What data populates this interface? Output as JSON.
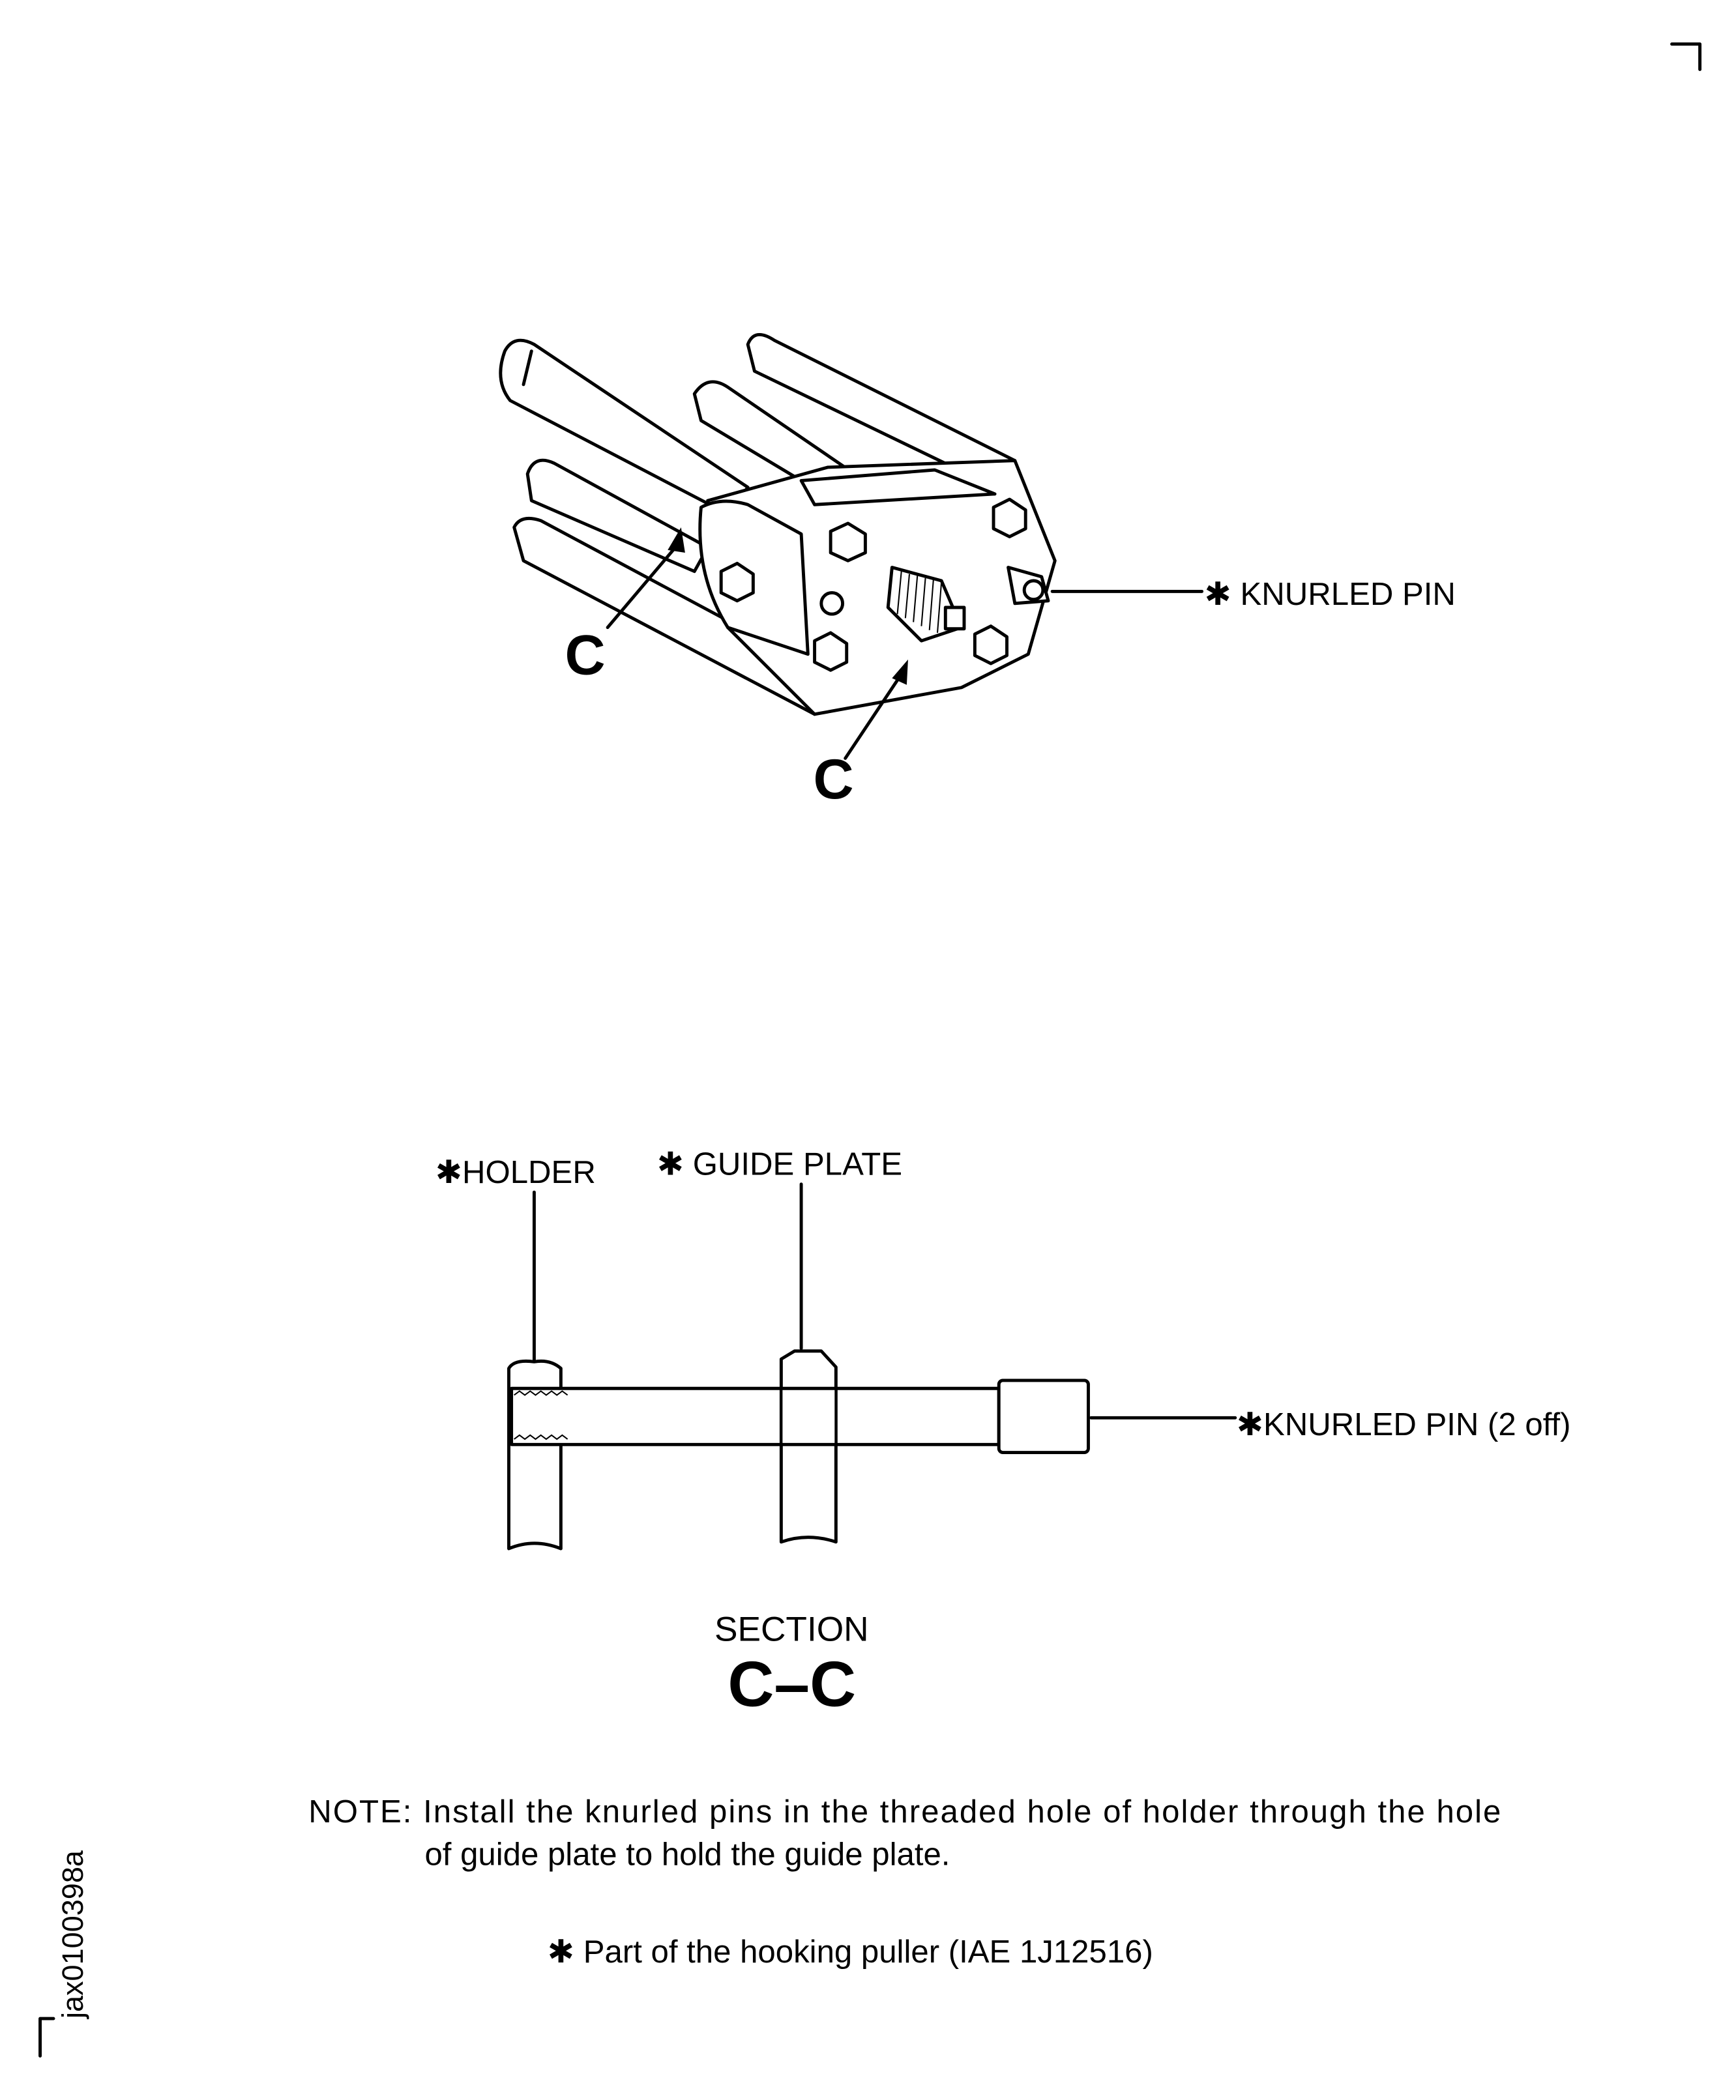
{
  "figure_id": "jax0100398a",
  "top_view": {
    "knurled_pin_label": "✱ KNURLED PIN",
    "section_marker_1": "C",
    "section_marker_2": "C"
  },
  "section_view": {
    "holder_label": "✱HOLDER",
    "guide_plate_label": "✱ GUIDE PLATE",
    "knurled_pin_label": "✱KNURLED PIN (2 off)",
    "section_title": "SECTION",
    "section_id": "C–C"
  },
  "note": {
    "line1": "NOTE: Install the knurled pins in the threaded hole of  holder through the hole",
    "line2": "of guide plate to hold the guide plate."
  },
  "footnote": "✱  Part of the hooking puller (IAE 1J12516)"
}
